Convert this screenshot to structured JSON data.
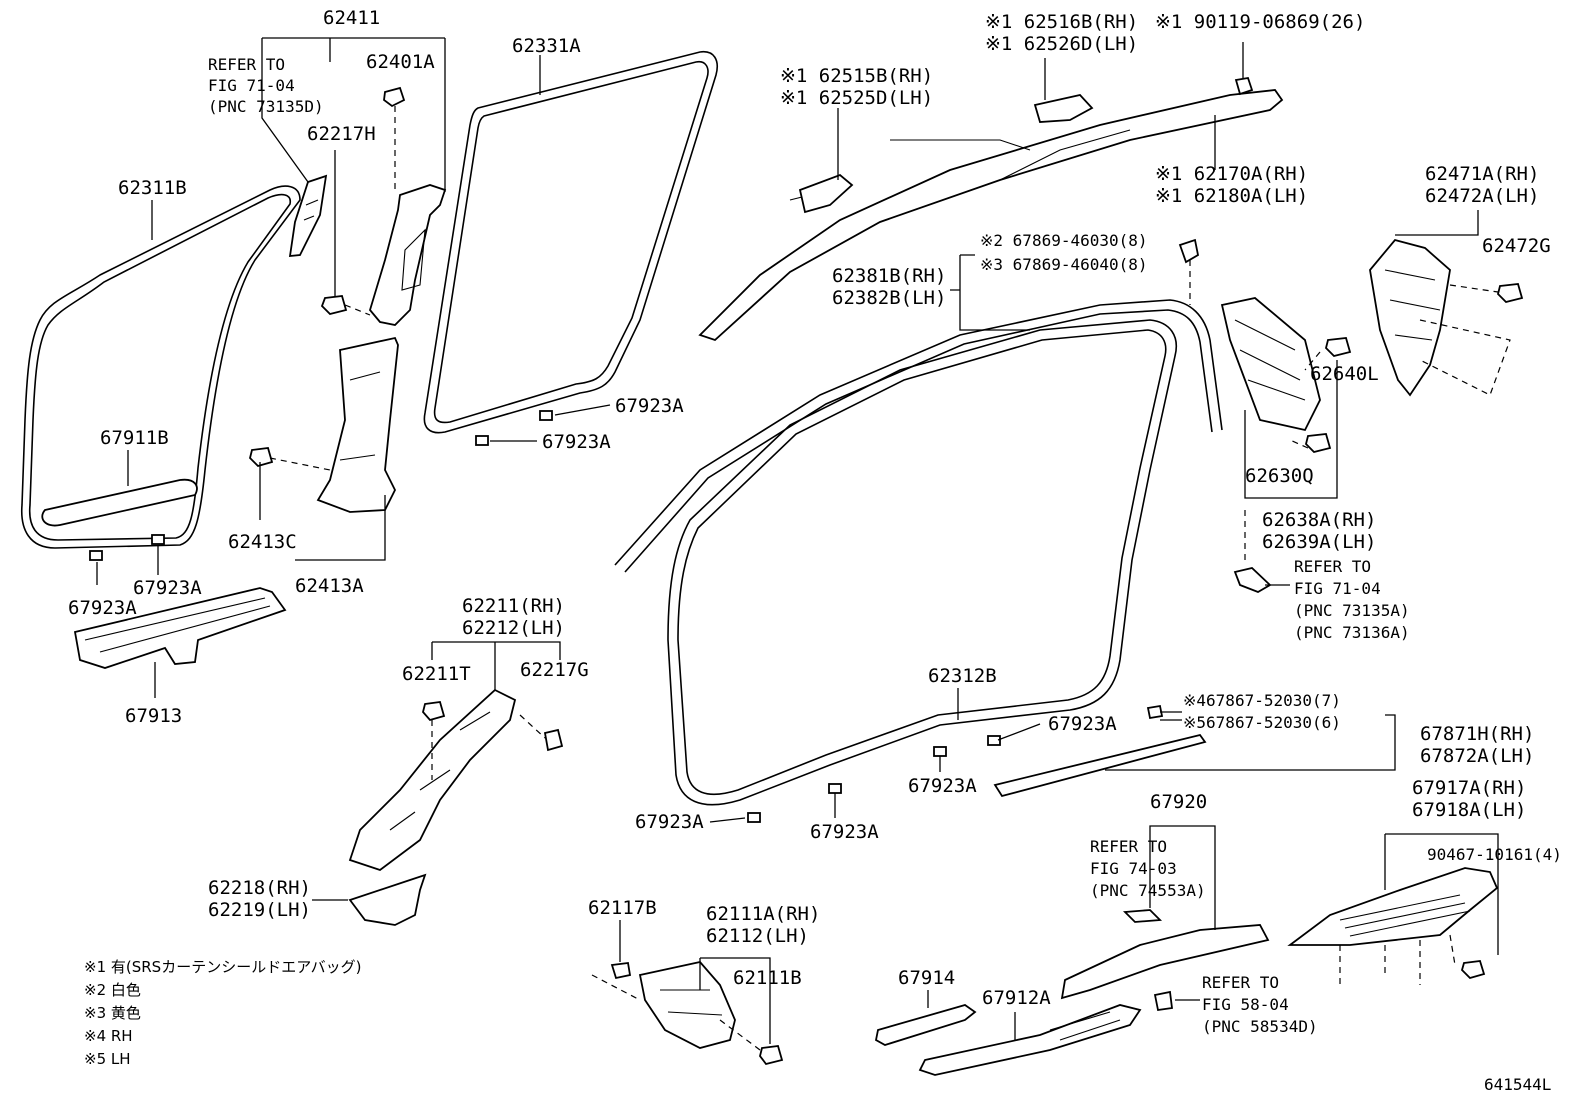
{
  "labels": {
    "p62411": "62411",
    "refer1": [
      "REFER TO",
      "FIG 71-04",
      "(PNC 73135D)"
    ],
    "p62401A": "62401A",
    "p62217H": "62217H",
    "p62331A": "62331A",
    "p62311B": "62311B",
    "p67911B": "67911B",
    "p62413C": "62413C",
    "p62413A": "62413A",
    "p67923A_1": "67923A",
    "p67923A_2": "67923A",
    "p67923A_3": "67923A",
    "p67923A_4": "67923A",
    "p67923A_5": "67923A",
    "p67923A_6": "67923A",
    "p67923A_7": "67923A",
    "p67923A_8": "67923A",
    "p67913": "67913",
    "p62516": [
      "※1 62516B(RH)",
      "※1 62526D(LH)"
    ],
    "p90119": "※1  90119-06869(26)",
    "p62515": [
      "※1 62515B(RH)",
      "※1 62525D(LH)"
    ],
    "p62170": [
      "※1 62170A(RH)",
      "※1 62180A(LH)"
    ],
    "p62471": [
      "62471A(RH)",
      "62472A(LH)"
    ],
    "p62472G": "62472G",
    "p67869": [
      "※2 67869-46030(8)",
      "※3 67869-46040(8)"
    ],
    "p62381": [
      "62381B(RH)",
      "62382B(LH)"
    ],
    "p62640L": "62640L",
    "p62630Q": "62630Q",
    "p62638": [
      "62638A(RH)",
      "62639A(LH)"
    ],
    "refer2": [
      "REFER TO",
      "FIG 71-04",
      "(PNC 73135A)",
      "(PNC 73136A)"
    ],
    "p62211": [
      "62211(RH)",
      "62212(LH)"
    ],
    "p62211T": "62211T",
    "p62217G": "62217G",
    "p62218": [
      "62218(RH)",
      "62219(LH)"
    ],
    "p62312B": "62312B",
    "p67867": [
      "※467867-52030(7)",
      "※567867-52030(6)"
    ],
    "p67871": [
      "67871H(RH)",
      "67872A(LH)"
    ],
    "p67920": "67920",
    "refer3": [
      "REFER TO",
      "FIG 74-03",
      "(PNC 74553A)"
    ],
    "p67917": [
      "67917A(RH)",
      "67918A(LH)"
    ],
    "p90467": "90467-10161(4)",
    "p62117B": "62117B",
    "p62111": [
      "62111A(RH)",
      "62112(LH)"
    ],
    "p62111B": "62111B",
    "p67914": "67914",
    "p67912A": "67912A",
    "refer4": [
      "REFER TO",
      "FIG 58-04",
      "(PNC 58534D)"
    ],
    "figure_id": "641544L"
  },
  "notes": [
    "※1  有(SRSカーテンシールドエアバッグ)",
    "※2  白色",
    "※3  黄色",
    "※4  RH",
    "※5  LH"
  ]
}
